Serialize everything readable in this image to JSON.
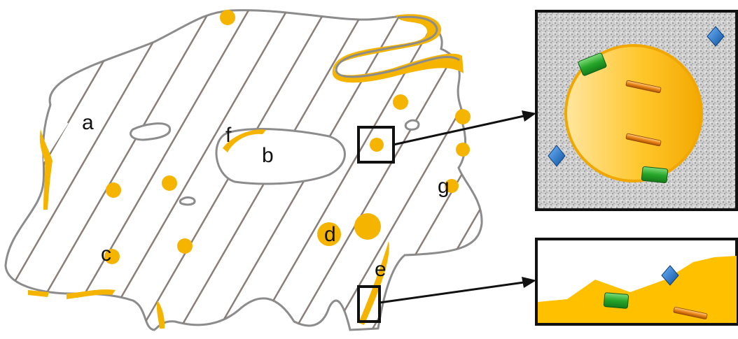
{
  "labels": {
    "a": "a",
    "b": "b",
    "c": "c",
    "d": "d",
    "e": "e",
    "f": "f",
    "g": "g"
  },
  "colors": {
    "particle": "#f5b400",
    "outline": "#8c8c8c",
    "hatch": "#8a7f78",
    "frame": "#111111",
    "green_block": "#2fa52f",
    "blue_diamond": "#1a73c9",
    "orange_rod": "#e88418"
  },
  "icons": {
    "magnified_particle": "particle-with-rods-blocks-diamonds",
    "magnified_edge": "edge-coating-with-rod-block-diamond"
  }
}
